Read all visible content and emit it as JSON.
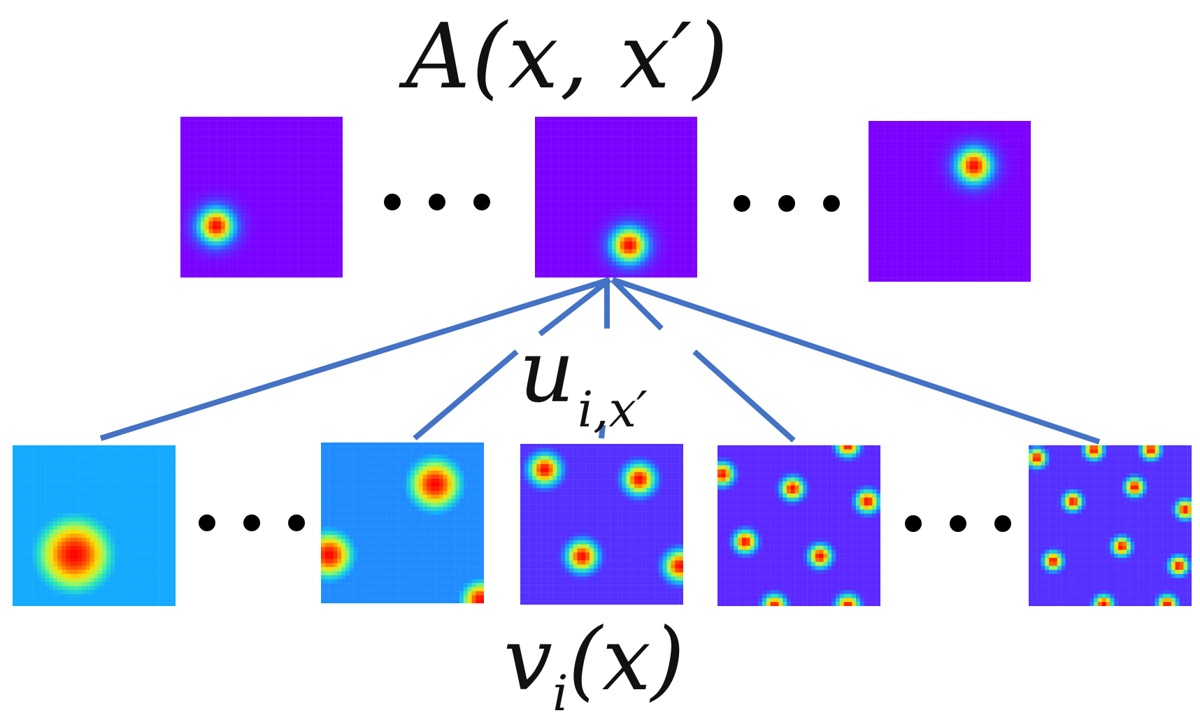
{
  "labels": {
    "top": "A(x, x′)",
    "middle_main": "u",
    "middle_sub": "i,x′",
    "bottom_main": "v",
    "bottom_sub": "i",
    "bottom_arg": "(x)"
  },
  "colors": {
    "background": "#ffffff",
    "connector": "#4472c4",
    "low": "#7b00ff",
    "high": "#ff0000"
  },
  "top_tiles": [
    {
      "name": "kernel-a",
      "bumps": [
        [
          0.22,
          0.68,
          0.28
        ]
      ]
    },
    {
      "name": "kernel-b",
      "bumps": [
        [
          0.58,
          0.8,
          0.28
        ]
      ]
    },
    {
      "name": "kernel-c",
      "bumps": [
        [
          0.65,
          0.28,
          0.28
        ]
      ]
    }
  ],
  "bottom_tiles": [
    {
      "name": "mode-1",
      "base": 0.35,
      "bumps": [
        [
          0.38,
          0.68,
          0.62
        ]
      ]
    },
    {
      "name": "mode-2",
      "base": 0.3,
      "bumps": [
        [
          0.7,
          0.26,
          0.42
        ],
        [
          0.05,
          0.7,
          0.38
        ],
        [
          0.98,
          0.98,
          0.3
        ]
      ]
    },
    {
      "name": "mode-3",
      "base": 0.12,
      "bumps": [
        [
          0.15,
          0.16,
          0.25
        ],
        [
          0.73,
          0.22,
          0.25
        ],
        [
          0.38,
          0.7,
          0.25
        ],
        [
          0.98,
          0.76,
          0.25
        ]
      ]
    },
    {
      "name": "mode-4",
      "base": 0.1,
      "bumps": [
        [
          0.03,
          0.18,
          0.18
        ],
        [
          0.46,
          0.27,
          0.18
        ],
        [
          0.92,
          0.35,
          0.18
        ],
        [
          0.17,
          0.6,
          0.18
        ],
        [
          0.63,
          0.69,
          0.18
        ],
        [
          0.35,
          1.0,
          0.18
        ],
        [
          0.8,
          1.0,
          0.18
        ],
        [
          0.8,
          0.0,
          0.18
        ]
      ]
    },
    {
      "name": "mode-5",
      "base": 0.12,
      "bumps": [
        [
          0.05,
          0.08,
          0.15
        ],
        [
          0.4,
          0.03,
          0.15
        ],
        [
          0.75,
          0.03,
          0.15
        ],
        [
          0.27,
          0.35,
          0.15
        ],
        [
          0.65,
          0.26,
          0.15
        ],
        [
          0.96,
          0.4,
          0.15
        ],
        [
          0.15,
          0.72,
          0.15
        ],
        [
          0.57,
          0.63,
          0.15
        ],
        [
          0.92,
          0.75,
          0.15
        ],
        [
          0.46,
          0.99,
          0.15
        ],
        [
          0.85,
          0.99,
          0.15
        ]
      ]
    }
  ]
}
